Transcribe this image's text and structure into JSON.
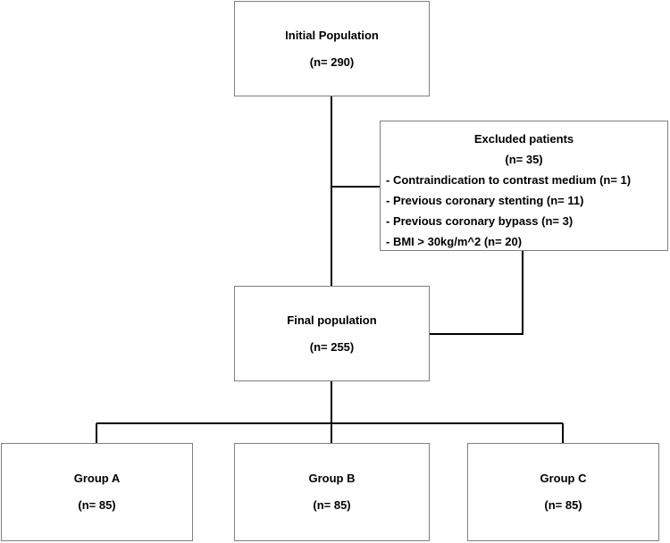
{
  "initial": {
    "title": "Initial Population",
    "count": "(n= 290)"
  },
  "excluded": {
    "title": "Excluded patients",
    "count": "(n= 35)",
    "reasons": [
      "- Contraindication to contrast medium (n= 1)",
      "- Previous coronary stenting (n= 11)",
      "- Previous coronary bypass (n= 3)",
      "- BMI > 30kg/m^2 (n= 20)"
    ]
  },
  "final": {
    "title": "Final population",
    "count": "(n= 255)"
  },
  "groups": [
    {
      "title": "Group A",
      "count": "(n= 85)"
    },
    {
      "title": "Group B",
      "count": "(n= 85)"
    },
    {
      "title": "Group C",
      "count": "(n= 85)"
    }
  ],
  "colors": {
    "line": "#000000",
    "box_border": "#7f7f7f",
    "background": "#ffffff"
  }
}
